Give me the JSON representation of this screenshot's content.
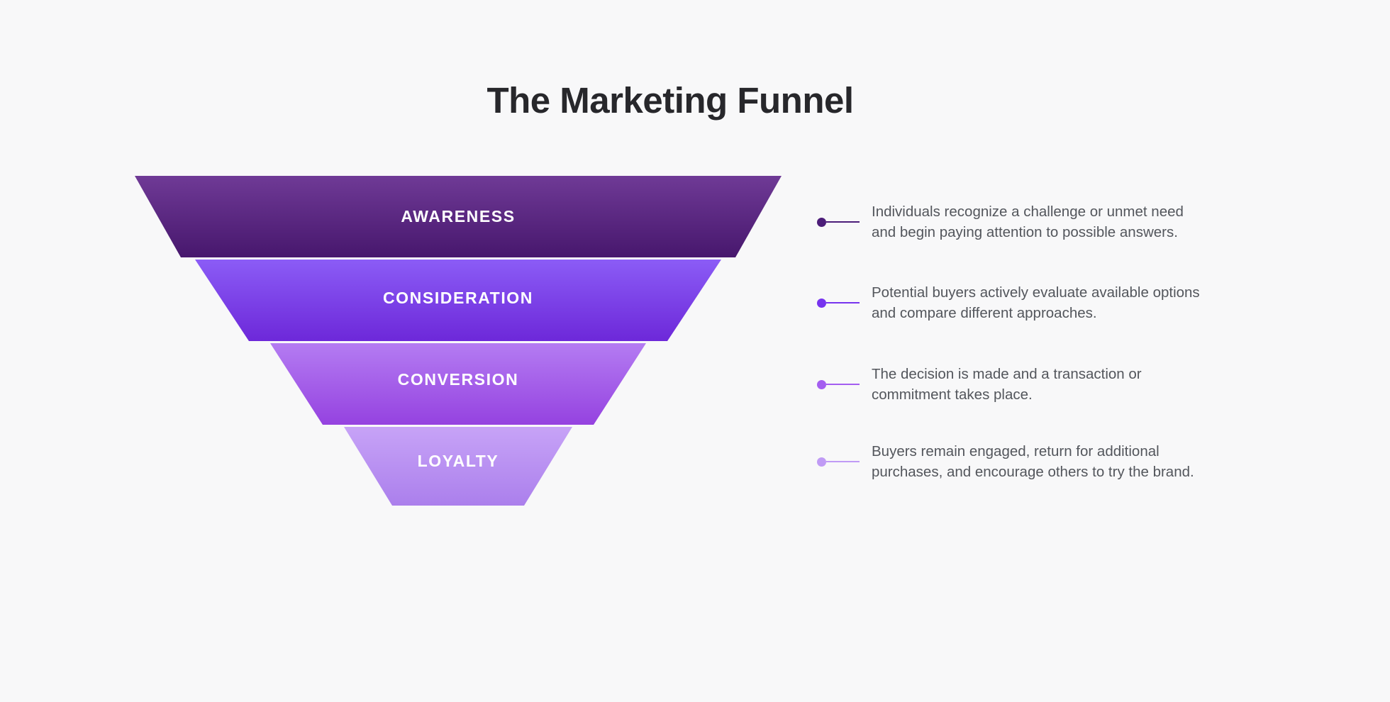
{
  "page": {
    "title": "The Marketing Funnel",
    "background_color": "#f8f8f9",
    "title_color": "#27272b",
    "text_color": "#53565c"
  },
  "chart_data": {
    "type": "funnel",
    "title": "The Marketing Funnel",
    "orientation": "vertical-descending",
    "stages": [
      {
        "label": "AWARENESS",
        "description": "Individuals recognize a challenge or unmet need and begin paying attention to possible answers.",
        "gradient_top": "#6f3a96",
        "gradient_bottom": "#47176d",
        "marker_color": "#4c1d79",
        "top_width": 912,
        "bottom_width": 782,
        "rank": 1
      },
      {
        "label": "CONSIDERATION",
        "description": "Potential buyers actively evaluate available options and compare different approaches.",
        "gradient_top": "#8b5cf6",
        "gradient_bottom": "#6d28d9",
        "marker_color": "#7734ef",
        "top_width": 742,
        "bottom_width": 590,
        "rank": 2
      },
      {
        "label": "CONVERSION",
        "description": "The decision is made and a transaction or commitment takes place.",
        "gradient_top": "#b47cf2",
        "gradient_bottom": "#9542e0",
        "marker_color": "#a45ef0",
        "top_width": 530,
        "bottom_width": 382,
        "rank": 3
      },
      {
        "label": "LOYALTY",
        "description": "Buyers remain engaged, return for additional purchases, and encourage others to try the brand.",
        "gradient_top": "#c7a3f7",
        "gradient_bottom": "#ab7fec",
        "marker_color": "#c09bf5",
        "top_width": 322,
        "bottom_width": 186,
        "rank": 4
      }
    ]
  }
}
